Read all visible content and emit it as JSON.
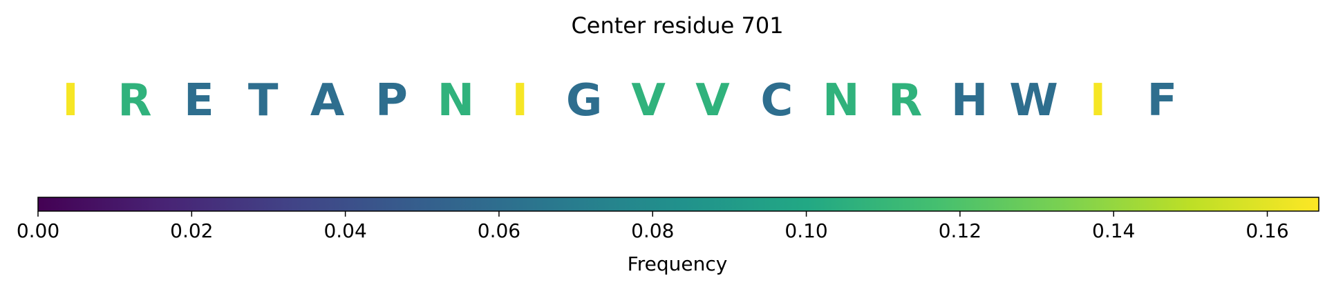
{
  "chart_data": {
    "type": "sequence-colorbar",
    "title": "Center residue 701",
    "residues": [
      {
        "letter": "I",
        "frequency": 0.165
      },
      {
        "letter": "R",
        "frequency": 0.107
      },
      {
        "letter": "E",
        "frequency": 0.06
      },
      {
        "letter": "T",
        "frequency": 0.06
      },
      {
        "letter": "A",
        "frequency": 0.06
      },
      {
        "letter": "P",
        "frequency": 0.06
      },
      {
        "letter": "N",
        "frequency": 0.107
      },
      {
        "letter": "I",
        "frequency": 0.165
      },
      {
        "letter": "G",
        "frequency": 0.06
      },
      {
        "letter": "V",
        "frequency": 0.107
      },
      {
        "letter": "V",
        "frequency": 0.107
      },
      {
        "letter": "C",
        "frequency": 0.06
      },
      {
        "letter": "N",
        "frequency": 0.107
      },
      {
        "letter": "R",
        "frequency": 0.107
      },
      {
        "letter": "H",
        "frequency": 0.06
      },
      {
        "letter": "W",
        "frequency": 0.06
      },
      {
        "letter": "I",
        "frequency": 0.165
      },
      {
        "letter": "F",
        "frequency": 0.06
      }
    ],
    "colorbar": {
      "colormap": "viridis",
      "vmin": 0.0,
      "vmax": 0.1667,
      "ticks": [
        0.0,
        0.02,
        0.04,
        0.06,
        0.08,
        0.1,
        0.12,
        0.14,
        0.16
      ],
      "tick_labels": [
        "0.00",
        "0.02",
        "0.04",
        "0.06",
        "0.08",
        "0.10",
        "0.12",
        "0.14",
        "0.16"
      ],
      "label": "Frequency"
    }
  }
}
